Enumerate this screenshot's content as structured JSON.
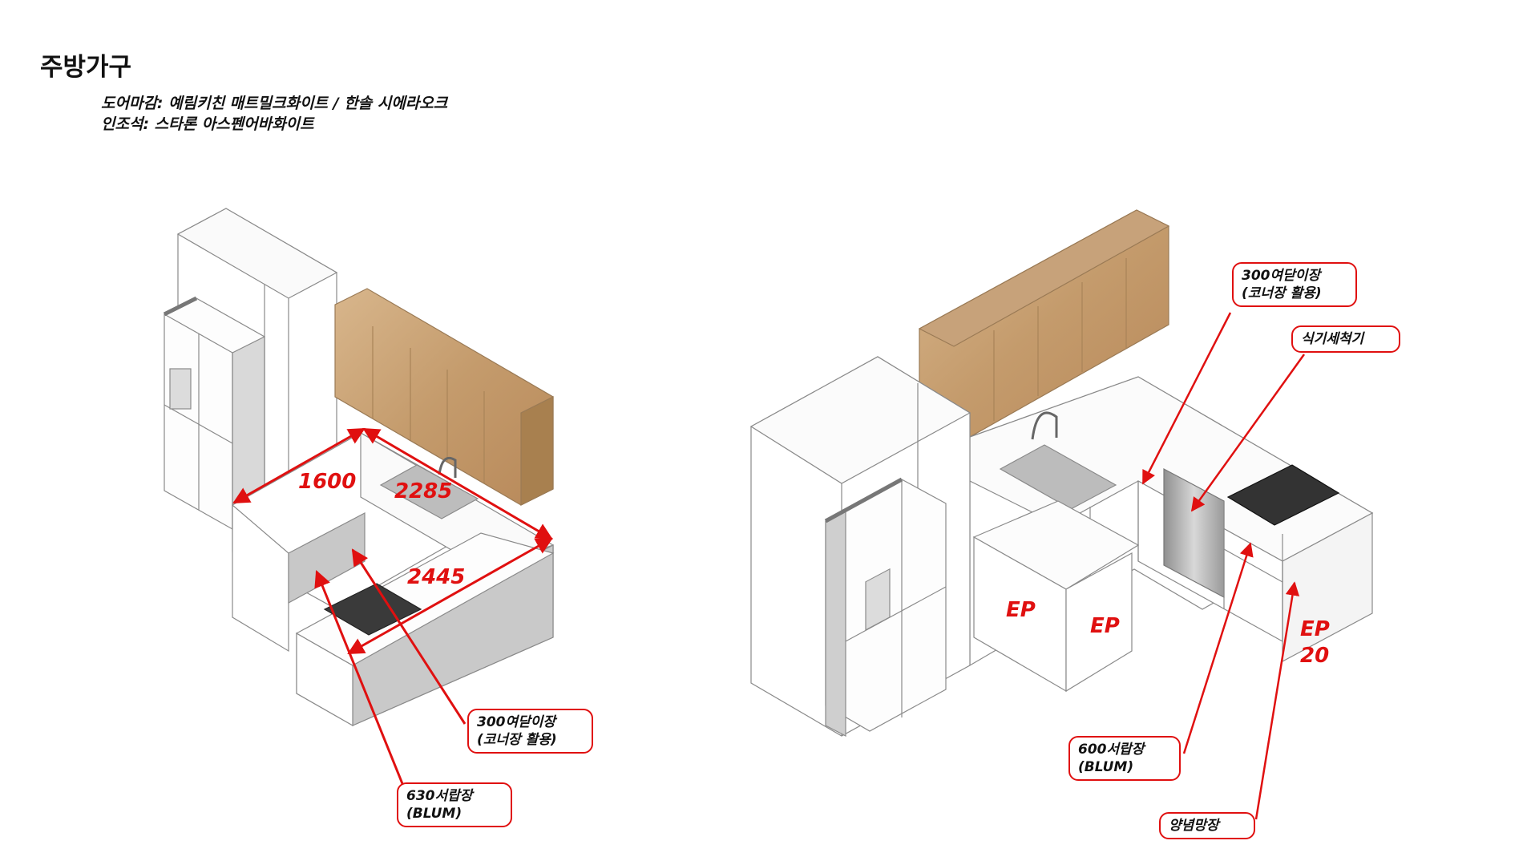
{
  "title": "주방가구",
  "spec": {
    "door_finish": "도어마감: 예림키친 매트밀크화이트 / 한솔 시에라오크",
    "countertop": "인조석: 스타론 아스펜어바화이트"
  },
  "left_view": {
    "dimensions": {
      "d1": "1600",
      "d2": "2285",
      "d3": "2445"
    },
    "callouts": {
      "c1": {
        "line1": "300여닫이장",
        "line2": "(코너장 활용)"
      },
      "c2": {
        "line1": "630서랍장",
        "line2": "(BLUM)"
      }
    }
  },
  "right_view": {
    "callouts": {
      "c1": {
        "line1": "300여닫이장",
        "line2": "(코너장 활용)"
      },
      "c2": {
        "line1": "식기세척기"
      },
      "c3": {
        "line1": "600서랍장",
        "line2": "(BLUM)"
      },
      "c4": {
        "line1": "양념망장"
      }
    },
    "labels": {
      "ep1": "EP",
      "ep2": "EP",
      "ep3": "EP",
      "ep3b": "20"
    }
  },
  "colors": {
    "annotation": "#e01010",
    "oak": "#c9a47a",
    "cabinet_white": "#ffffff",
    "outline": "#8a8a8a"
  }
}
